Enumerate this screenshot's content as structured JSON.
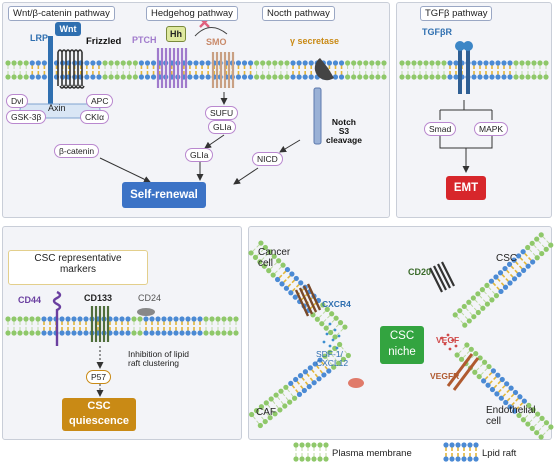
{
  "panels": {
    "wnt_tab": "Wnt/β-catenin pathway",
    "hedgehog_tab": "Hedgehog pathway",
    "notch_tab": "Nocth pathway",
    "tgf_tab": "TGFβ pathway"
  },
  "wnt": {
    "lrp": "LRP",
    "wnt": "Wnt",
    "frizzled": "Frizzled",
    "dvl": "Dvl",
    "axin": "Axin",
    "apc": "APC",
    "gsk": "GSK-3β",
    "ck": "CKIα",
    "bcatenin": "β-catenin"
  },
  "hedgehog": {
    "ptch": "PTCH",
    "hh": "Hh",
    "smo": "SMO",
    "sufu": "SUFU",
    "glia1": "GLIa",
    "glia2": "GLIa"
  },
  "notch": {
    "gamma": "γ secretase",
    "s3_line1": "Notch",
    "s3_line2": "S3",
    "s3_line3": "cleavage",
    "nicd": "NICD"
  },
  "self_renewal": "Self-renewal",
  "tgf": {
    "receptor": "TGFβR",
    "smad": "Smad",
    "mapk": "MAPK",
    "emt": "EMT"
  },
  "markers": {
    "title_line1": "CSC representative",
    "title_line2": "markers",
    "cd44": "CD44",
    "cd133": "CD133",
    "cd24": "CD24",
    "inhibition_line1": "Inhibition of lipid",
    "inhibition_line2": "raft clustering",
    "p57": "P57",
    "quiescence_line1": "CSC",
    "quiescence_line2": "quiescence"
  },
  "niche": {
    "cancer_line1": "Cancer",
    "cancer_line2": "cell",
    "csc": "CSC",
    "cd20": "CD20",
    "cxcr4": "CXCR4",
    "sdf_line1": "SDF-1/",
    "sdf_line2": "CXCL12",
    "niche_line1": "CSC",
    "niche_line2": "niche",
    "vegf": "VEGF",
    "vegfr": "VEGFR",
    "caf": "CAF",
    "endo_line1": "Endothelial",
    "endo_line2": "cell"
  },
  "legend": {
    "plasma": "Plasma membrane",
    "raft": "Lpid raft"
  },
  "colors": {
    "membrane_head": "#8fc86a",
    "raft_head": "#4b8ad4",
    "raft_tail": "#e2b63a",
    "self_renewal": "#3c73c6",
    "emt": "#d7262b",
    "quiescence": "#c98a15",
    "niche": "#33a440",
    "wnt_receptor": "#2f6fb0",
    "frizzled": "#333333",
    "ptch": "#a07acc",
    "smo": "#c9a083",
    "cd133": "#4f6e3b",
    "cd44": "#6a3fa0",
    "cxcr4": "#7a4a2a",
    "vegfr": "#b05a30"
  }
}
